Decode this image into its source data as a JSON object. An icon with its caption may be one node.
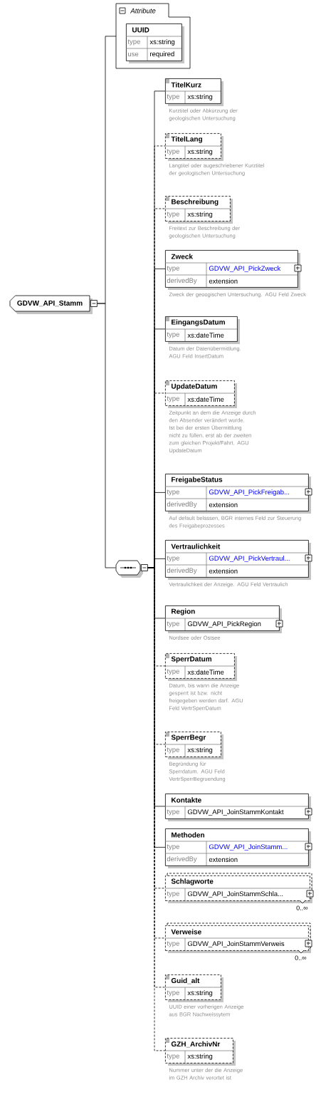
{
  "diagram": {
    "nodes": [
      {
        "text": [
          "GDVW_API_Stamm"
        ]
      },
      {
        "text": [
          "Attribute"
        ]
      },
      {
        "text": [
          "UUID",
          "type",
          "xs:string",
          "use",
          "required"
        ],
        "in": 1
      },
      {
        "text": [],
        "shape": "octagon"
      },
      {
        "text": [
          "TitelKurz",
          "type",
          "xs:string"
        ],
        "beside": [
          "Kurztitel oder Abkürzung der geologischen Untersuchung"
        ]
      },
      {
        "text": [
          "TitelLang",
          "type",
          "xs:string"
        ],
        "beside": [
          "Langtitel oder augeschriebener Kurztitel der geologischen Untersuchung"
        ]
      },
      {
        "text": [
          "Beschreibung",
          "type",
          "xs:string"
        ],
        "beside": [
          "Freitext zur Beschreibung der geologischen Untersuchung"
        ]
      },
      {
        "text": [
          "Zweck",
          "type",
          "GDVW_API_PickZweck",
          "derivedBy",
          "extension"
        ],
        "beside": [
          "Zweck der geoogischen Untersuchung. AGU Feld Zweck"
        ]
      },
      {
        "text": [
          "EingangsDatum",
          "type",
          "xs:dateTime"
        ],
        "beside": [
          "Datum der Datenübermittlung. AGU Feld InsertDatum"
        ]
      },
      {
        "text": [
          "UpdateDatum",
          "type",
          "xs:dateTime"
        ],
        "beside": [
          "Zeitpunkt an dem die Anzeige durch den Absender verändert wurde. Ist bei der ersten Übermittlung nicht zu füllen, erst ab der zweiten zum gleichen Projekt/Fahrt. AGU UpdateDatum"
        ]
      },
      {
        "text": [
          "FreigabeStatus",
          "type",
          "GDVW_API_PickFreigab...",
          "derivedBy",
          "extension"
        ],
        "beside": [
          "Auf default belassen, BGR internes Feld zur Steuerung des Freigabeprozesses"
        ]
      },
      {
        "text": [
          "Vertraulichkeit",
          "type",
          "GDVW_API_PickVertraul...",
          "derivedBy",
          "extension"
        ],
        "beside": [
          "Vertraulichkeit der Anzeige. AGU Feld Vertraulich"
        ]
      },
      {
        "text": [
          "Region",
          "type",
          "GDVW_API_PickRegion"
        ],
        "beside": [
          "Nordsee oder Ostsee"
        ]
      },
      {
        "text": [
          "SperrDatum",
          "type",
          "xs:dateTime"
        ],
        "beside": [
          "Datum, bis wann die Anzeige gesperrt ist bzw. nicht freigegeben werden darf. AGU Feld VertrSperrDatum"
        ]
      },
      {
        "text": [
          "SperrBegr",
          "type",
          "xs:string"
        ],
        "beside": [
          "Begründung für Sperrdatum. AGU Feld VertrSperrBegruendung"
        ]
      },
      {
        "text": [
          "Kontakte",
          "type",
          "GDVW_API_JoinStammKontakt"
        ]
      },
      {
        "text": [
          "Methoden",
          "type",
          "GDVW_API_JoinStamm...",
          "derivedBy",
          "extension"
        ]
      },
      {
        "text": [
          "Schlagworte",
          "type",
          "GDVW_API_JoinStammSchla..."
        ],
        "beside": [
          "0..∞"
        ]
      },
      {
        "text": [
          "Verweise",
          "type",
          "GDVW_API_JoinStammVerweis"
        ],
        "beside": [
          "0..∞"
        ]
      },
      {
        "text": [
          "Guid_alt",
          "type",
          "xs:string"
        ],
        "beside": [
          "UUID einer vorherigen Anzeige aus BGR Nachweissytem"
        ]
      },
      {
        "text": [
          "GZH_ArchivNr",
          "type",
          "xs:string"
        ],
        "beside": [
          "Nummer unter der die Anzeige im GZH Archiv verortet ist"
        ]
      }
    ],
    "edges": [
      {
        "from": 0,
        "to": 1,
        "arrow": "none"
      },
      {
        "from": 0,
        "to": 3,
        "arrow": "none"
      },
      {
        "from": 3,
        "to": 4,
        "arrow": "none"
      },
      {
        "from": 3,
        "to": 5,
        "arrow": "none",
        "style": "dashed"
      },
      {
        "from": 3,
        "to": 6,
        "arrow": "none",
        "style": "dashed"
      },
      {
        "from": 3,
        "to": 7,
        "arrow": "none"
      },
      {
        "from": 3,
        "to": 8,
        "arrow": "none"
      },
      {
        "from": 3,
        "to": 9,
        "arrow": "none",
        "style": "dashed"
      },
      {
        "from": 3,
        "to": 10,
        "arrow": "none"
      },
      {
        "from": 3,
        "to": 11,
        "arrow": "none"
      },
      {
        "from": 3,
        "to": 12,
        "arrow": "none"
      },
      {
        "from": 3,
        "to": 13,
        "arrow": "none",
        "style": "dashed"
      },
      {
        "from": 3,
        "to": 14,
        "arrow": "none",
        "style": "dashed"
      },
      {
        "from": 3,
        "to": 15,
        "arrow": "none"
      },
      {
        "from": 3,
        "to": 16,
        "arrow": "none"
      },
      {
        "from": 3,
        "to": 17,
        "arrow": "none",
        "style": "dashed"
      },
      {
        "from": 3,
        "to": 18,
        "arrow": "none",
        "style": "dashed"
      },
      {
        "from": 3,
        "to": 19,
        "arrow": "none",
        "style": "dashed"
      },
      {
        "from": 3,
        "to": 20,
        "arrow": "none",
        "style": "dashed"
      }
    ]
  }
}
